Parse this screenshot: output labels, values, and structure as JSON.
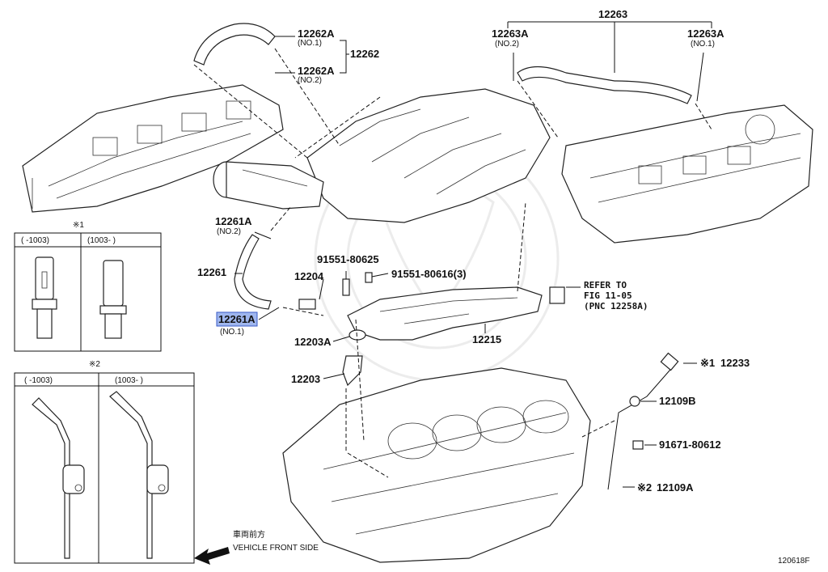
{
  "labels": {
    "p12262A_1": "12262A",
    "p12262A_1_note": "(NO.1)",
    "p12262A_2": "12262A",
    "p12262A_2_note": "(NO.2)",
    "p12262": "12262",
    "p12263": "12263",
    "p12263A_2": "12263A",
    "p12263A_2_note": "(NO.2)",
    "p12263A_1": "12263A",
    "p12263A_1_note": "(NO.1)",
    "p12261A_2": "12261A",
    "p12261A_2_note": "(NO.2)",
    "p12261": "12261",
    "p12261A_1": "12261A",
    "p12261A_1_note": "(NO.1)",
    "p91551_80625": "91551-80625",
    "p91551_80616": "91551-80616(3)",
    "p12204": "12204",
    "p12215": "12215",
    "p12203A": "12203A",
    "p12203": "12203",
    "refer_1": "REFER TO",
    "refer_2": "FIG 11-05",
    "refer_3": "(PNC 12258A)",
    "p12233": "12233",
    "p12233_mark": "※1",
    "p12109B": "12109B",
    "p91671_80612": "91671-80612",
    "p12109A": "12109A",
    "p12109A_mark": "※2",
    "front_jp": "車両前方",
    "front_en": "VEHICLE FRONT SIDE",
    "figure_code": "120618F"
  },
  "inset1": {
    "title": "※1",
    "col_left": "(    -1003)",
    "col_right": "(1003-      )"
  },
  "inset2": {
    "title": "※2",
    "col_left": "(    -1003)",
    "col_right": "(1003-      )"
  },
  "colors": {
    "highlight_fill": "#9fb6ee",
    "highlight_stroke": "#3a5bc7",
    "line": "#111111"
  }
}
